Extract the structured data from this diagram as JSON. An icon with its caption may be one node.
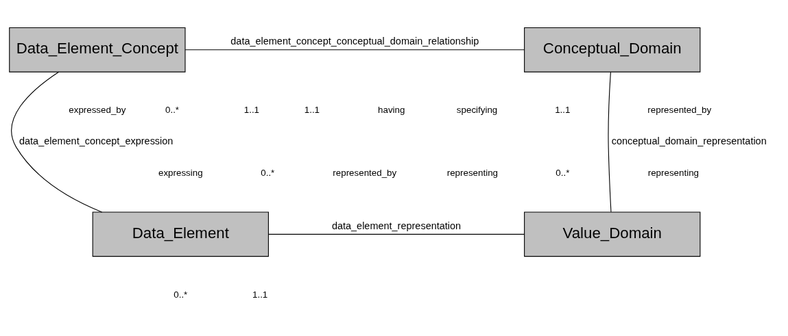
{
  "diagram": {
    "nodes": [
      {
        "text": [
          "Data_Element_Concept"
        ]
      },
      {
        "text": [
          "Conceptual_Domain"
        ]
      },
      {
        "text": [
          "Data_Element"
        ]
      },
      {
        "text": [
          "Value_Domain"
        ]
      }
    ],
    "edges": [
      {
        "from": 0,
        "to": 1,
        "arrow": "none",
        "label": "data_element_concept_conceptual_domain_relationship"
      },
      {
        "from": 0,
        "to": 2,
        "arrow": "none",
        "label": "data_element_concept_expression"
      },
      {
        "from": 1,
        "to": 3,
        "arrow": "none",
        "label": "conceptual_domain_representation"
      },
      {
        "from": 2,
        "to": 3,
        "arrow": "none",
        "label": "data_element_representation"
      }
    ],
    "labels": [
      "0..*",
      "1..1",
      "expressed_by",
      "1..1",
      "having",
      "specifying",
      "1..1",
      "represented_by",
      "expressing",
      "0..*",
      "represented_by",
      "representing",
      "0..*",
      "representing",
      "0..*",
      "1..1"
    ]
  }
}
